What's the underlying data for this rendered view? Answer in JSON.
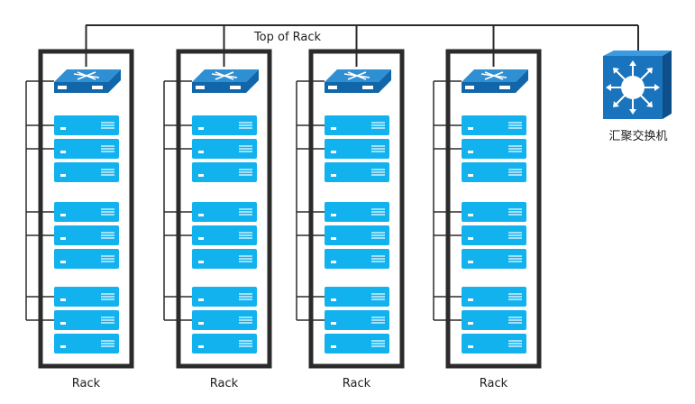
{
  "top_label": "Top of Rack",
  "aggregation_switch": {
    "label": "汇聚交换机",
    "icon": "layer3-switch-icon"
  },
  "racks": [
    {
      "label": "Rack",
      "groups": 3,
      "servers_per_group": 3
    },
    {
      "label": "Rack",
      "groups": 3,
      "servers_per_group": 3
    },
    {
      "label": "Rack",
      "groups": 3,
      "servers_per_group": 3
    },
    {
      "label": "Rack",
      "groups": 3,
      "servers_per_group": 3
    }
  ],
  "colors": {
    "frame": "#2b2b2b",
    "server": "#12b2ee",
    "switch_top": "#2f8fd3",
    "switch_front": "#1066a8",
    "link": "#2b2b2b",
    "agg_face": "#1a74bd",
    "agg_side": "#0d4f8a",
    "agg_top": "#3b9ae0"
  }
}
